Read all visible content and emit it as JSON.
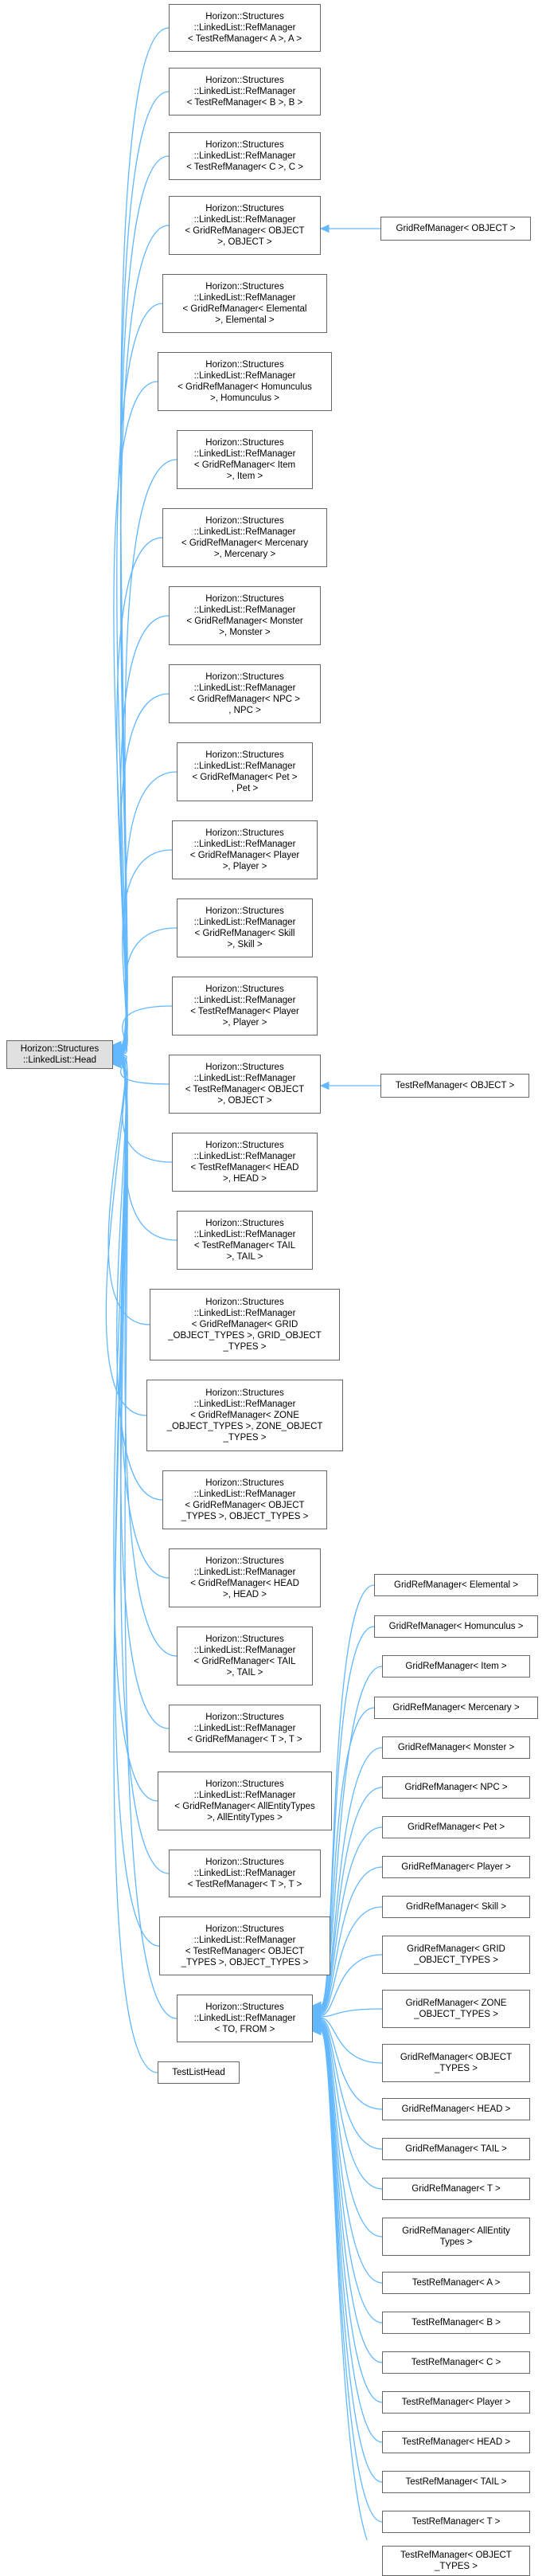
{
  "diagram": {
    "edge_color": "#63b8ff",
    "root": {
      "label": "Horizon::Structures\n::LinkedList::Head"
    },
    "refmanagers": [
      {
        "id": "rm_test_a",
        "label": "Horizon::Structures\n::LinkedList::RefManager\n< TestRefManager< A >, A >"
      },
      {
        "id": "rm_test_b",
        "label": "Horizon::Structures\n::LinkedList::RefManager\n< TestRefManager< B >, B >"
      },
      {
        "id": "rm_test_c",
        "label": "Horizon::Structures\n::LinkedList::RefManager\n< TestRefManager< C >, C >"
      },
      {
        "id": "rm_grid_object",
        "label": "Horizon::Structures\n::LinkedList::RefManager\n< GridRefManager< OBJECT\n>, OBJECT >"
      },
      {
        "id": "rm_grid_elemental",
        "label": "Horizon::Structures\n::LinkedList::RefManager\n< GridRefManager< Elemental\n>, Elemental >"
      },
      {
        "id": "rm_grid_homunculus",
        "label": "Horizon::Structures\n::LinkedList::RefManager\n< GridRefManager< Homunculus\n>, Homunculus >"
      },
      {
        "id": "rm_grid_item",
        "label": "Horizon::Structures\n::LinkedList::RefManager\n< GridRefManager< Item\n>, Item >"
      },
      {
        "id": "rm_grid_mercenary",
        "label": "Horizon::Structures\n::LinkedList::RefManager\n< GridRefManager< Mercenary\n>, Mercenary >"
      },
      {
        "id": "rm_grid_monster",
        "label": "Horizon::Structures\n::LinkedList::RefManager\n< GridRefManager< Monster\n>, Monster >"
      },
      {
        "id": "rm_grid_npc",
        "label": "Horizon::Structures\n::LinkedList::RefManager\n< GridRefManager< NPC >\n, NPC >"
      },
      {
        "id": "rm_grid_pet",
        "label": "Horizon::Structures\n::LinkedList::RefManager\n< GridRefManager< Pet >\n, Pet >"
      },
      {
        "id": "rm_grid_player",
        "label": "Horizon::Structures\n::LinkedList::RefManager\n< GridRefManager< Player\n>, Player >"
      },
      {
        "id": "rm_grid_skill",
        "label": "Horizon::Structures\n::LinkedList::RefManager\n< GridRefManager< Skill\n>, Skill >"
      },
      {
        "id": "rm_test_player",
        "label": "Horizon::Structures\n::LinkedList::RefManager\n< TestRefManager< Player\n>, Player >"
      },
      {
        "id": "rm_test_object",
        "label": "Horizon::Structures\n::LinkedList::RefManager\n< TestRefManager< OBJECT\n>, OBJECT >"
      },
      {
        "id": "rm_test_head",
        "label": "Horizon::Structures\n::LinkedList::RefManager\n< TestRefManager< HEAD\n>, HEAD >"
      },
      {
        "id": "rm_test_tail",
        "label": "Horizon::Structures\n::LinkedList::RefManager\n< TestRefManager< TAIL\n>, TAIL >"
      },
      {
        "id": "rm_grid_grid_object_types",
        "label": "Horizon::Structures\n::LinkedList::RefManager\n< GridRefManager< GRID\n_OBJECT_TYPES >, GRID_OBJECT\n_TYPES >"
      },
      {
        "id": "rm_grid_zone_object_types",
        "label": "Horizon::Structures\n::LinkedList::RefManager\n< GridRefManager< ZONE\n_OBJECT_TYPES >, ZONE_OBJECT\n_TYPES >"
      },
      {
        "id": "rm_grid_object_types",
        "label": "Horizon::Structures\n::LinkedList::RefManager\n< GridRefManager< OBJECT\n_TYPES >, OBJECT_TYPES >"
      },
      {
        "id": "rm_grid_head",
        "label": "Horizon::Structures\n::LinkedList::RefManager\n< GridRefManager< HEAD\n>, HEAD >"
      },
      {
        "id": "rm_grid_tail",
        "label": "Horizon::Structures\n::LinkedList::RefManager\n< GridRefManager< TAIL\n>, TAIL >"
      },
      {
        "id": "rm_grid_t",
        "label": "Horizon::Structures\n::LinkedList::RefManager\n< GridRefManager< T >, T >"
      },
      {
        "id": "rm_grid_allentity",
        "label": "Horizon::Structures\n::LinkedList::RefManager\n< GridRefManager< AllEntityTypes\n>, AllEntityTypes >"
      },
      {
        "id": "rm_test_t",
        "label": "Horizon::Structures\n::LinkedList::RefManager\n< TestRefManager< T >, T >"
      },
      {
        "id": "rm_test_object_types",
        "label": "Horizon::Structures\n::LinkedList::RefManager\n< TestRefManager< OBJECT\n_TYPES >, OBJECT_TYPES >"
      },
      {
        "id": "rm_to_from",
        "label": "Horizon::Structures\n::LinkedList::RefManager\n< TO, FROM >"
      },
      {
        "id": "test_list_head",
        "label": "TestListHead"
      }
    ],
    "leaf_side": [
      {
        "id": "grid_object",
        "label": "GridRefManager< OBJECT >",
        "parent": "rm_grid_object"
      },
      {
        "id": "test_object",
        "label": "TestRefManager< OBJECT >",
        "parent": "rm_test_object"
      }
    ],
    "leaves": [
      {
        "id": "l_grid_elemental",
        "label": "GridRefManager< Elemental >"
      },
      {
        "id": "l_grid_homunculus",
        "label": "GridRefManager< Homunculus >"
      },
      {
        "id": "l_grid_item",
        "label": "GridRefManager< Item >"
      },
      {
        "id": "l_grid_mercenary",
        "label": "GridRefManager< Mercenary >"
      },
      {
        "id": "l_grid_monster",
        "label": "GridRefManager< Monster >"
      },
      {
        "id": "l_grid_npc",
        "label": "GridRefManager< NPC >"
      },
      {
        "id": "l_grid_pet",
        "label": "GridRefManager< Pet >"
      },
      {
        "id": "l_grid_player",
        "label": "GridRefManager< Player >"
      },
      {
        "id": "l_grid_skill",
        "label": "GridRefManager< Skill >"
      },
      {
        "id": "l_grid_grid_object_types",
        "label": "GridRefManager< GRID\n_OBJECT_TYPES >"
      },
      {
        "id": "l_grid_zone_object_types",
        "label": "GridRefManager< ZONE\n_OBJECT_TYPES >"
      },
      {
        "id": "l_grid_object_types",
        "label": "GridRefManager< OBJECT\n_TYPES >"
      },
      {
        "id": "l_grid_head",
        "label": "GridRefManager< HEAD >"
      },
      {
        "id": "l_grid_tail",
        "label": "GridRefManager< TAIL >"
      },
      {
        "id": "l_grid_t",
        "label": "GridRefManager< T >"
      },
      {
        "id": "l_grid_allentity",
        "label": "GridRefManager< AllEntity\nTypes >"
      },
      {
        "id": "l_test_a",
        "label": "TestRefManager< A >"
      },
      {
        "id": "l_test_b",
        "label": "TestRefManager< B >"
      },
      {
        "id": "l_test_c",
        "label": "TestRefManager< C >"
      },
      {
        "id": "l_test_player",
        "label": "TestRefManager< Player >"
      },
      {
        "id": "l_test_head",
        "label": "TestRefManager< HEAD >"
      },
      {
        "id": "l_test_tail",
        "label": "TestRefManager< TAIL >"
      },
      {
        "id": "l_test_t",
        "label": "TestRefManager< T >"
      },
      {
        "id": "l_test_object_types",
        "label": "TestRefManager< OBJECT\n_TYPES >"
      }
    ]
  }
}
